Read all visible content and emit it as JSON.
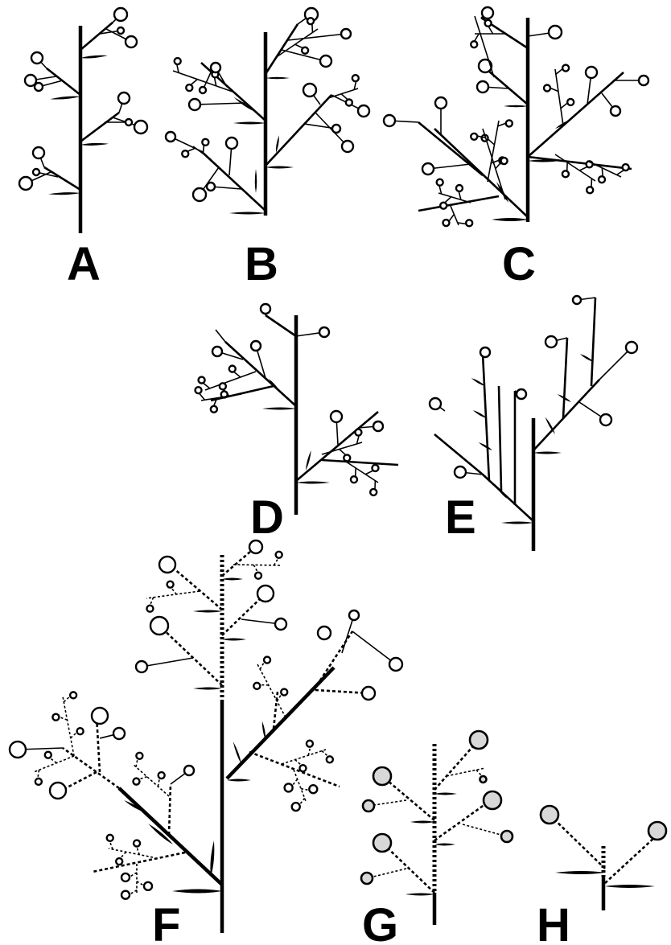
{
  "panels": [
    {
      "id": "A",
      "label": "A"
    },
    {
      "id": "B",
      "label": "B"
    },
    {
      "id": "C",
      "label": "C"
    },
    {
      "id": "D",
      "label": "D"
    },
    {
      "id": "E",
      "label": "E"
    },
    {
      "id": "F",
      "label": "F"
    },
    {
      "id": "G",
      "label": "G"
    },
    {
      "id": "H",
      "label": "H"
    }
  ]
}
